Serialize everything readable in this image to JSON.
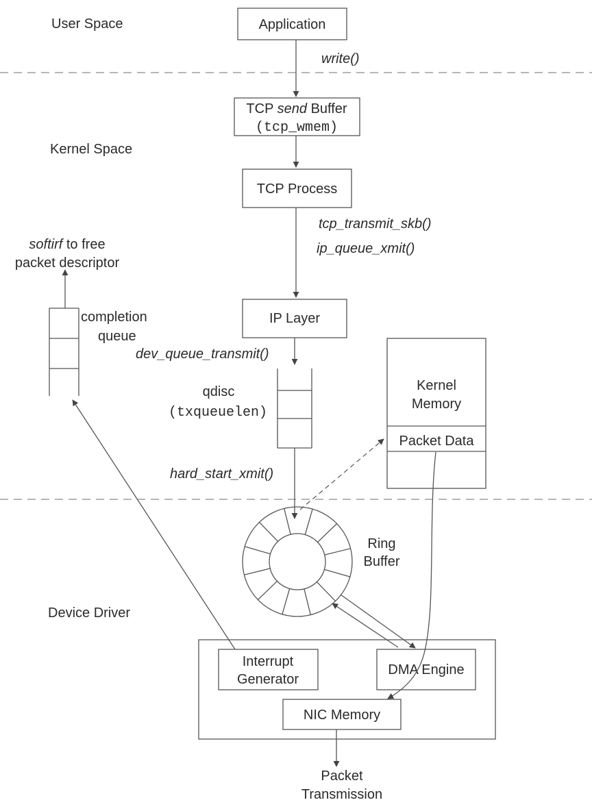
{
  "regions": {
    "user_space": "User Space",
    "kernel_space": "Kernel Space",
    "device_driver": "Device Driver"
  },
  "boxes": {
    "application": "Application",
    "tcp_send_buffer_1": "TCP",
    "tcp_send_buffer_1_italic": "send",
    "tcp_send_buffer_1_end": "Buffer",
    "tcp_send_buffer_2": "(tcp_wmem)",
    "tcp_process": "TCP Process",
    "ip_layer": "IP Layer",
    "kernel_memory_1": "Kernel",
    "kernel_memory_2": "Memory",
    "packet_data": "Packet Data",
    "interrupt_generator_1": "Interrupt",
    "interrupt_generator_2": "Generator",
    "dma_engine": "DMA Engine",
    "nic_memory": "NIC Memory"
  },
  "calls": {
    "write": "write()",
    "tcp_transmit_skb": "tcp_transmit_skb()",
    "ip_queue_xmit": "ip_queue_xmit()",
    "dev_queue_transmit": "dev_queue_transmit()",
    "hard_start_xmit": "hard_start_xmit()"
  },
  "labels": {
    "softirq_italic": "softirf",
    "softirq_rest": " to free",
    "softirq_line2": "packet descriptor",
    "completion_1": "completion",
    "completion_2": "queue",
    "qdisc_1": "qdisc",
    "qdisc_2": "(txqueuelen)",
    "ring_1": "Ring",
    "ring_2": "Buffer",
    "packet_transmission_1": "Packet",
    "packet_transmission_2": "Transmission"
  }
}
